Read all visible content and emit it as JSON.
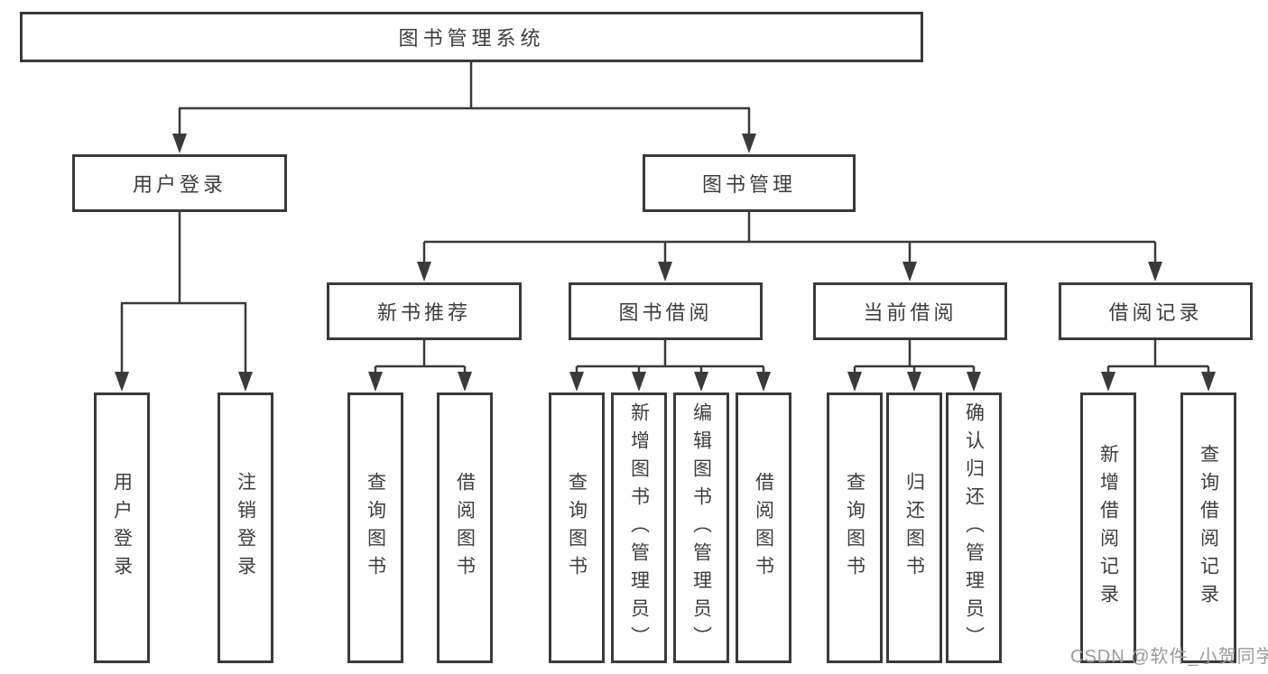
{
  "colors": {
    "line": "#3a3a3a",
    "box_border": "#3a3a3a",
    "text": "#3d3d3d",
    "background": "#ffffff",
    "watermark": "#9b9b9b"
  },
  "tree": {
    "root": "图书管理系统",
    "branches": [
      {
        "label": "用户登录",
        "leaves": [
          "用户登录",
          "注销登录"
        ]
      },
      {
        "label": "图书管理",
        "groups": [
          {
            "label": "新书推荐",
            "leaves": [
              "查询图书",
              "借阅图书"
            ]
          },
          {
            "label": "图书借阅",
            "leaves": [
              "查询图书",
              "新增图书（管理员）",
              "编辑图书（管理员）",
              "借阅图书"
            ]
          },
          {
            "label": "当前借阅",
            "leaves": [
              "查询图书",
              "归还图书",
              "确认归还（管理员）"
            ]
          },
          {
            "label": "借阅记录",
            "leaves": [
              "新增借阅记录",
              "查询借阅记录"
            ]
          }
        ]
      }
    ]
  },
  "watermark": {
    "text": "CSDN @软件_小贺同学"
  }
}
